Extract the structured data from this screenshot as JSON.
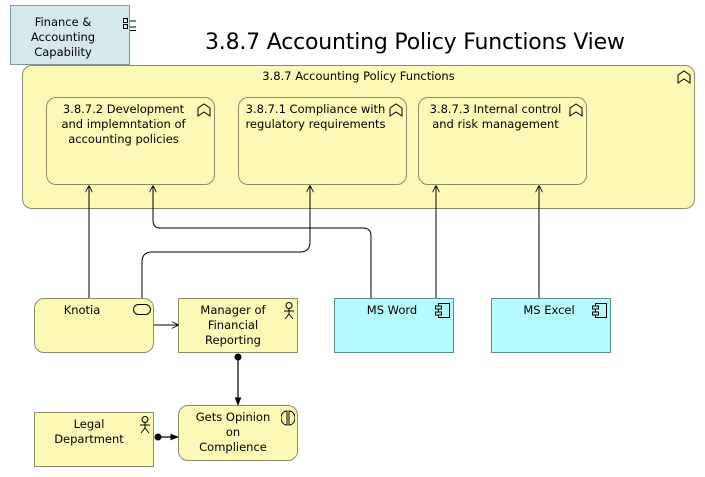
{
  "title": "3.8.7 Accounting Policy Functions View",
  "capability": {
    "label": "Finance &\nAccounting\nCapability",
    "icon": "capability-icon"
  },
  "group": {
    "label": "3.8.7 Accounting Policy Functions",
    "icon": "function-icon"
  },
  "functions": [
    {
      "id": "f372",
      "label": "3.8.7.2 Development\nand implemntation of\naccounting policies",
      "icon": "function-icon"
    },
    {
      "id": "f371",
      "label": "3.8.7.1 Compliance with\nregulatory requirements",
      "icon": "function-icon"
    },
    {
      "id": "f373",
      "label": "3.8.7.3 Internal control\nand risk management",
      "icon": "function-icon"
    }
  ],
  "elements": {
    "knotia": {
      "label": "Knotia",
      "icon": "application-service-icon"
    },
    "manager": {
      "label": "Manager of\nFinancial\nReporting",
      "icon": "actor-icon"
    },
    "msword": {
      "label": "MS Word",
      "icon": "application-component-icon"
    },
    "msexcel": {
      "label": "MS Excel",
      "icon": "application-component-icon"
    },
    "legal": {
      "label": "Legal\nDepartment",
      "icon": "actor-icon"
    },
    "opinion": {
      "label": "Gets Opinion\non\nComplience",
      "icon": "interaction-icon"
    }
  },
  "colors": {
    "business": "#fbf9b5",
    "application": "#b5fbfb",
    "strategy": "#d5e8ec",
    "line": "#000000"
  }
}
